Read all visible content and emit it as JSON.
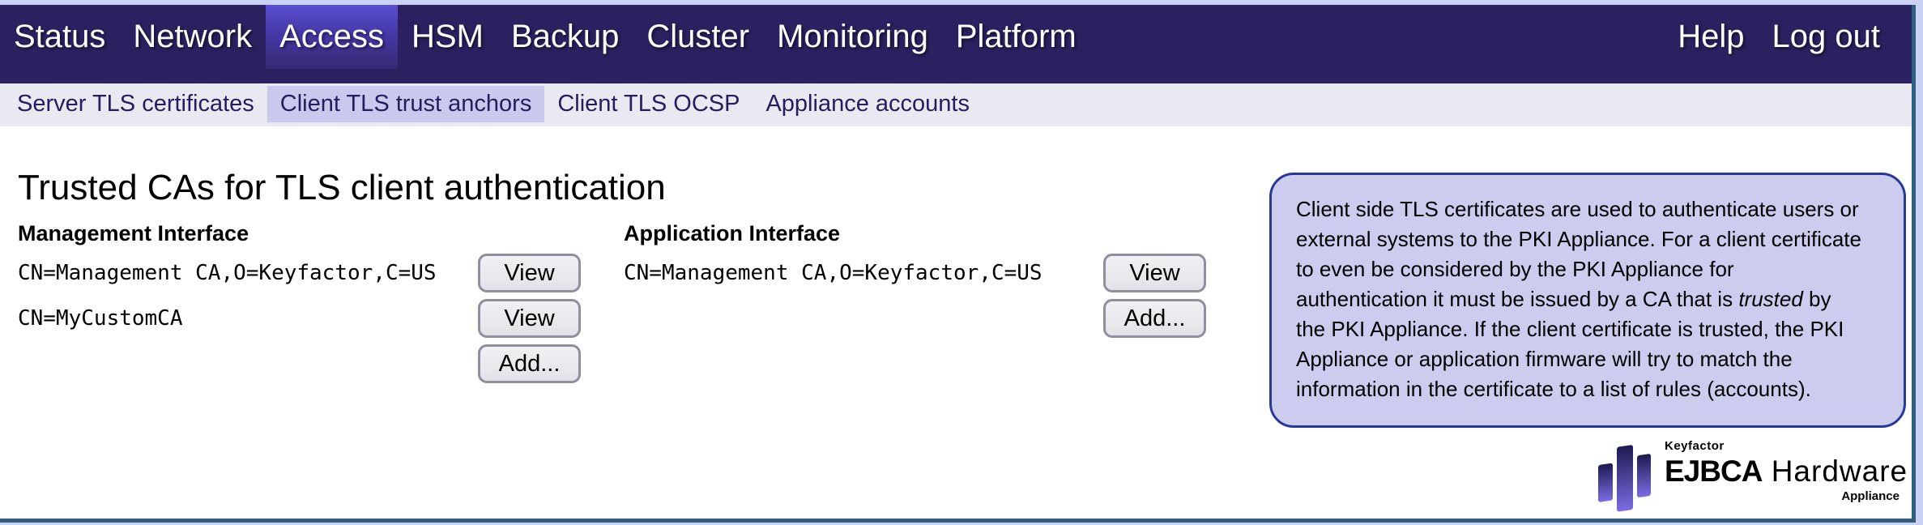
{
  "nav": {
    "items": [
      "Status",
      "Network",
      "Access",
      "HSM",
      "Backup",
      "Cluster",
      "Monitoring",
      "Platform"
    ],
    "active_item": "Access",
    "right_items": [
      "Help",
      "Log out"
    ]
  },
  "subnav": {
    "items": [
      "Server TLS certificates",
      "Client TLS trust anchors",
      "Client TLS OCSP",
      "Appliance accounts"
    ],
    "active_item": "Client TLS trust anchors"
  },
  "main": {
    "title": "Trusted CAs for TLS client authentication",
    "buttons": {
      "view": "View",
      "add": "Add..."
    },
    "management": {
      "label": "Management Interface",
      "certs": [
        "CN=Management CA,O=Keyfactor,C=US",
        "CN=MyCustomCA"
      ]
    },
    "application": {
      "label": "Application Interface",
      "certs": [
        "CN=Management CA,O=Keyfactor,C=US"
      ]
    }
  },
  "info_box": {
    "line1": "Client side TLS certificates are used to authenticate users or",
    "line2": "external systems to the PKI Appliance. For a client certificate",
    "line3": "to even be considered by the PKI Appliance for",
    "line4_pre": "authentication it must be issued by a CA that is ",
    "line4_italic": "trusted",
    "line4_post": " by",
    "line5": "the PKI Appliance. If the client certificate is trusted, the PKI",
    "line6": "Appliance or application firmware will try to match the",
    "line7": "information in the certificate to a list of rules (accounts)."
  },
  "logo": {
    "brand": "Keyfactor",
    "product_bold": "EJBCA",
    "product_regular": " Hardware",
    "suffix": "Appliance"
  },
  "colors": {
    "nav_background": "#2b2160",
    "nav_active_gradient_top": "#5b4fd0",
    "nav_active_gradient_bottom": "#372a72",
    "subnav_background": "#e9e9f2",
    "subnav_active_background": "#c9c9ee",
    "subnav_text": "#241d5e",
    "info_box_background": "#ccccee",
    "info_box_border": "#28389b",
    "frame_border": "#2d5e7d",
    "outer_background": "#ccd2f6",
    "logo_gradient_top": "#1d1a4f",
    "logo_gradient_bottom": "#7b6ce4"
  }
}
